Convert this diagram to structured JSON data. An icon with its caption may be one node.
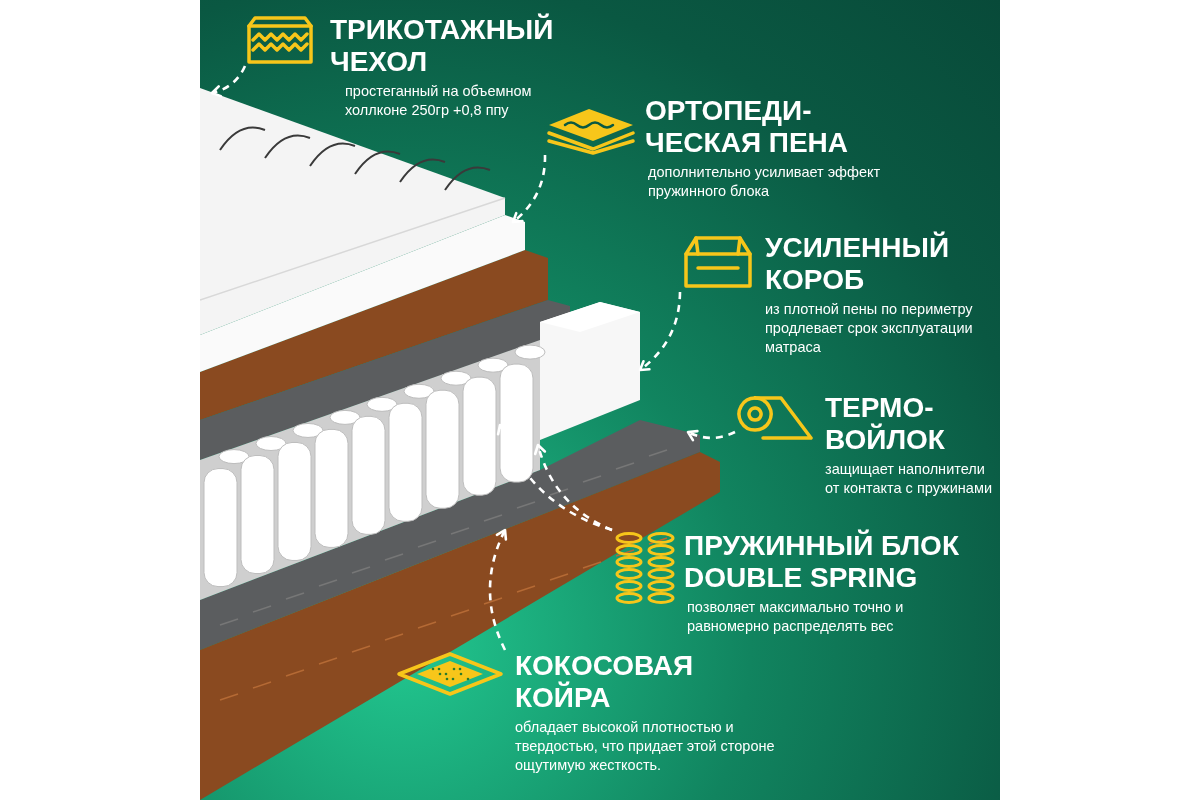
{
  "diagram": {
    "nodes": [
      {
        "text": [
          "ТРИКОТАЖНЫЙ ЧЕХОЛ",
          "простеганный на объемном холлконе 250гр +0,8 ппу"
        ]
      },
      {
        "text": [
          "ОРТОПЕДИ-ЧЕСКАЯ ПЕНА",
          "дополнительно усиливает эффект пружинного блока"
        ]
      },
      {
        "text": [
          "УСИЛЕННЫЙ КОРОБ",
          "из плотной пены по периметру продлевает срок эксплуатации матраса"
        ]
      },
      {
        "text": [
          "ТЕРМО-ВОЙЛОК",
          "защищает наполнители от контакта с пружинами"
        ]
      },
      {
        "text": [
          "ПРУЖИННЫЙ БЛОК DOUBLE SPRING",
          "позволяет максимально точно и равномерно распределять вес"
        ]
      },
      {
        "text": [
          "КОКОСОВАЯ КОЙРА",
          "обладает высокой плотностью и твердостью, что придает этой стороне ощутимую жесткость."
        ]
      },
      {
        "text": [],
        "shape": "picture"
      },
      {
        "text": [],
        "shape": "picture"
      },
      {
        "text": [],
        "shape": "picture"
      },
      {
        "text": [],
        "shape": "picture"
      },
      {
        "text": [],
        "shape": "picture"
      },
      {
        "text": [],
        "shape": "picture"
      }
    ],
    "edges": [
      {
        "from": 0,
        "to": 6,
        "arrow": "to",
        "style": "dashed"
      },
      {
        "from": 1,
        "to": 7,
        "arrow": "to",
        "style": "dashed"
      },
      {
        "from": 2,
        "to": 8,
        "arrow": "to",
        "style": "dashed"
      },
      {
        "from": 3,
        "to": 9,
        "arrow": "to",
        "style": "dashed"
      },
      {
        "from": 4,
        "to": 10,
        "arrow": "to",
        "style": "dashed"
      },
      {
        "from": 4,
        "to": 10,
        "arrow": "to",
        "style": "dashed"
      },
      {
        "from": 5,
        "to": 11,
        "arrow": "to",
        "style": "dashed"
      }
    ]
  }
}
